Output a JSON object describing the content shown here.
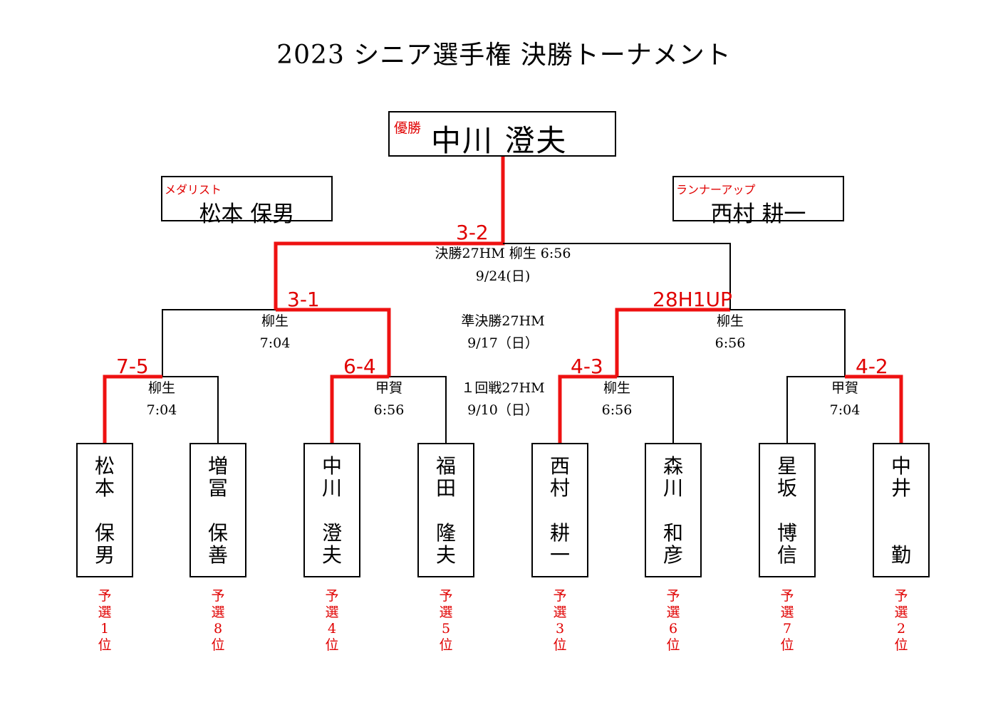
{
  "title": "2023 シニア選手権 決勝トーナメント",
  "champion": {
    "tag": "優勝",
    "name": "中川 澄夫"
  },
  "medalist": {
    "tag": "メダリスト",
    "name": "松本 保男"
  },
  "runnerup": {
    "tag": "ランナーアップ",
    "name": "西村 耕一"
  },
  "final": {
    "score": "3-2",
    "info": "決勝27HM 柳生 6:56",
    "date": "9/24(日)"
  },
  "semifinal": {
    "label": "準決勝27HM",
    "date": "9/17（日）",
    "left": {
      "score": "3-1",
      "venue": "柳生",
      "time": "7:04"
    },
    "right": {
      "score": "28H1UP",
      "venue": "柳生",
      "time": "6:56"
    }
  },
  "round1": {
    "label": "１回戦27HM",
    "date": "9/10（日）",
    "matches": [
      {
        "score": "7-5",
        "venue": "柳生",
        "time": "7:04"
      },
      {
        "score": "6-4",
        "venue": "甲賀",
        "time": "6:56"
      },
      {
        "score": "4-3",
        "venue": "柳生",
        "time": "6:56"
      },
      {
        "score": "4-2",
        "venue": "甲賀",
        "time": "7:04"
      }
    ]
  },
  "players": [
    {
      "c1": "松",
      "c2": "本",
      "c3": "保",
      "c4": "男",
      "seed": [
        "予",
        "選",
        "1",
        "位"
      ]
    },
    {
      "c1": "増",
      "c2": "冨",
      "c3": "保",
      "c4": "善",
      "seed": [
        "予",
        "選",
        "8",
        "位"
      ]
    },
    {
      "c1": "中",
      "c2": "川",
      "c3": "澄",
      "c4": "夫",
      "seed": [
        "予",
        "選",
        "4",
        "位"
      ]
    },
    {
      "c1": "福",
      "c2": "田",
      "c3": "隆",
      "c4": "夫",
      "seed": [
        "予",
        "選",
        "5",
        "位"
      ]
    },
    {
      "c1": "西",
      "c2": "村",
      "c3": "耕",
      "c4": "一",
      "seed": [
        "予",
        "選",
        "3",
        "位"
      ]
    },
    {
      "c1": "森",
      "c2": "川",
      "c3": "和",
      "c4": "彦",
      "seed": [
        "予",
        "選",
        "6",
        "位"
      ]
    },
    {
      "c1": "星",
      "c2": "坂",
      "c3": "博",
      "c4": "信",
      "seed": [
        "予",
        "選",
        "7",
        "位"
      ]
    },
    {
      "c1": "中",
      "c2": "井",
      "c3": "",
      "c4": "勤",
      "seed": [
        "予",
        "選",
        "2",
        "位"
      ]
    }
  ],
  "colors": {
    "winner_line": "#ee1111",
    "line": "#000000",
    "accent": "#e00000"
  }
}
